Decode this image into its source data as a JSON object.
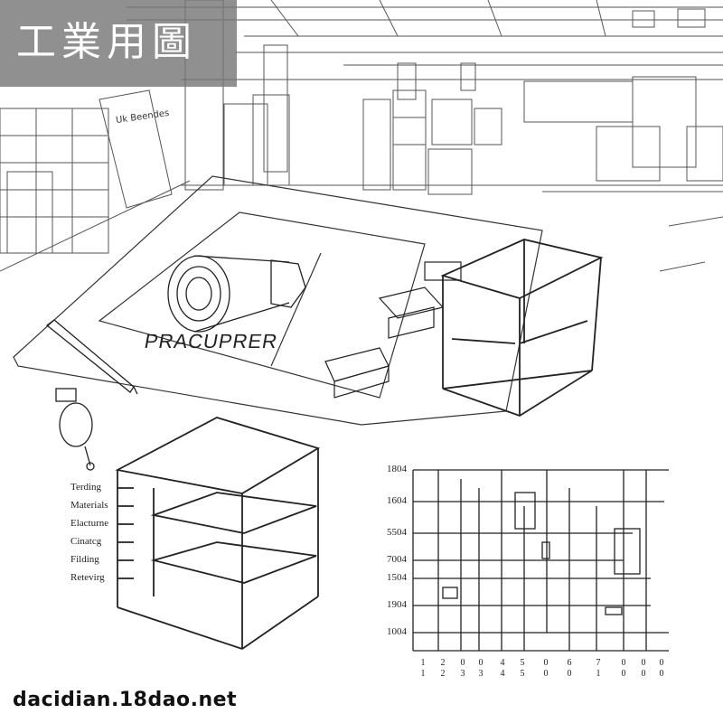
{
  "title": "工業用圖",
  "footer": "dacidian.18dao.net",
  "poster_text": "Uk Beendes",
  "sheet_label": "PRACUPRER",
  "cabinet_labels": [
    "Terding",
    "Materials",
    "Elacturne",
    "Cinatcg",
    "Filding",
    "Retevirg"
  ],
  "schematic": {
    "row_labels": [
      "1804",
      "1604",
      "5504",
      "7004",
      "1504",
      "1904",
      "1004"
    ],
    "column_labels": [
      [
        "1",
        "1"
      ],
      [
        "2",
        "2"
      ],
      [
        "0",
        "3"
      ],
      [
        "0",
        "3"
      ],
      [
        "4",
        "4"
      ],
      [
        "5",
        "5"
      ],
      [
        "0",
        "0"
      ],
      [
        "6",
        "0"
      ],
      [
        "7",
        "1"
      ],
      [
        "0",
        "0"
      ],
      [
        "0",
        "0"
      ],
      [
        "0",
        "0"
      ]
    ]
  },
  "colors": {
    "title_band": "#787878",
    "ink": "#222222",
    "background": "#ffffff"
  }
}
